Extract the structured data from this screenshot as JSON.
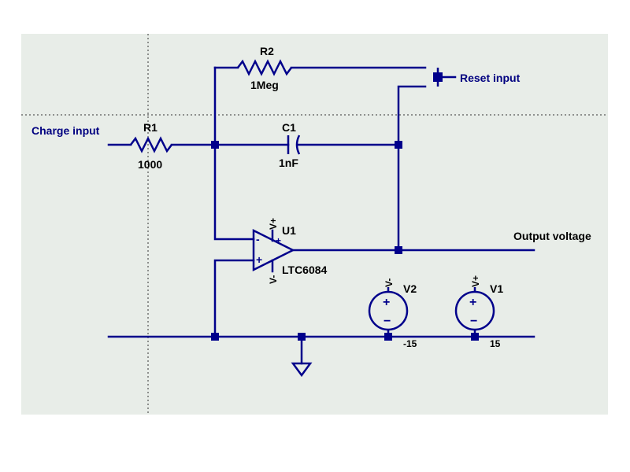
{
  "colors": {
    "background": "#e8ede8",
    "wire": "#00008b",
    "label_net": "#000080",
    "label": "#000000"
  },
  "nets": {
    "charge_input": "Charge input",
    "reset_input": "Reset input",
    "output_voltage": "Output voltage"
  },
  "components": {
    "r1": {
      "ref": "R1",
      "value": "1000"
    },
    "r2": {
      "ref": "R2",
      "value": "1Meg"
    },
    "c1": {
      "ref": "C1",
      "value": "1nF"
    },
    "u1": {
      "ref": "U1",
      "value": "LTC6084",
      "pin_vplus": "V+",
      "pin_vminus": "V-",
      "in_minus": "-",
      "in_plus": "+"
    },
    "v2": {
      "ref": "V2",
      "value": "-15",
      "net": "V-",
      "plus": "+",
      "minus": "−"
    },
    "v1": {
      "ref": "V1",
      "value": "15",
      "net": "V+",
      "plus": "+",
      "minus": "−"
    }
  },
  "icons": {
    "ground": "ground-icon",
    "switch": "reset-switch-icon"
  }
}
